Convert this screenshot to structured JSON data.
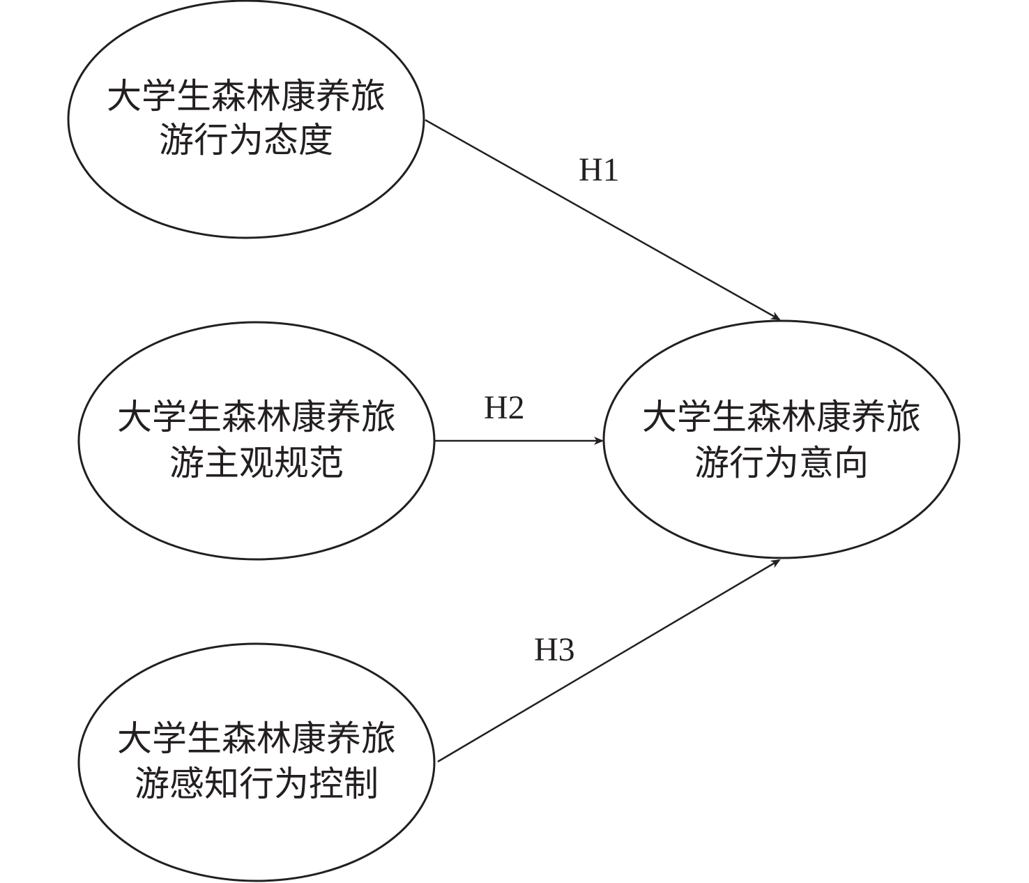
{
  "diagram": {
    "nodes": {
      "attitude": {
        "line1": "大学生森林康养旅",
        "line2": "游行为态度"
      },
      "norm": {
        "line1": "大学生森林康养旅",
        "line2": "游主观规范"
      },
      "control": {
        "line1": "大学生森林康养旅",
        "line2": "游感知行为控制"
      },
      "intention": {
        "line1": "大学生森林康养旅",
        "line2": "游行为意向"
      }
    },
    "edges": {
      "h1": {
        "label": "H1"
      },
      "h2": {
        "label": "H2"
      },
      "h3": {
        "label": "H3"
      }
    }
  }
}
